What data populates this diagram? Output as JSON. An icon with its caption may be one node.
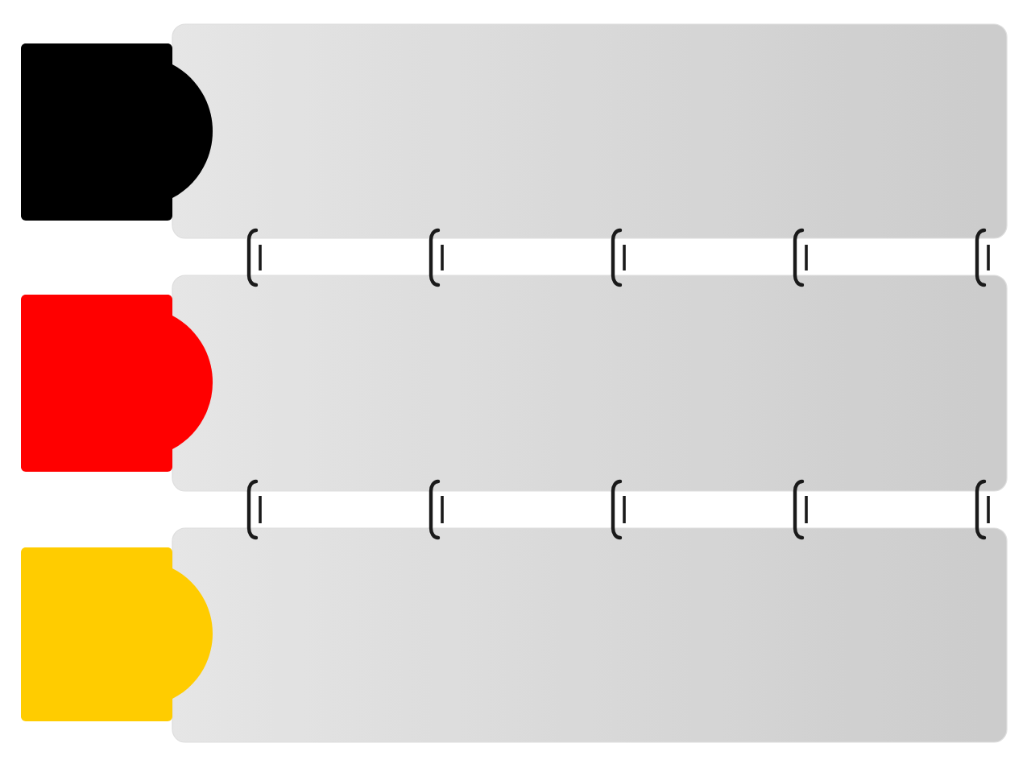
{
  "diagram": {
    "nodes": [
      {
        "text": [],
        "shape": "tab"
      },
      {
        "text": [],
        "shape": "box"
      },
      {
        "text": [],
        "shape": "tab"
      },
      {
        "text": [],
        "shape": "box"
      },
      {
        "text": [],
        "shape": "tab"
      },
      {
        "text": [],
        "shape": "box"
      }
    ]
  }
}
